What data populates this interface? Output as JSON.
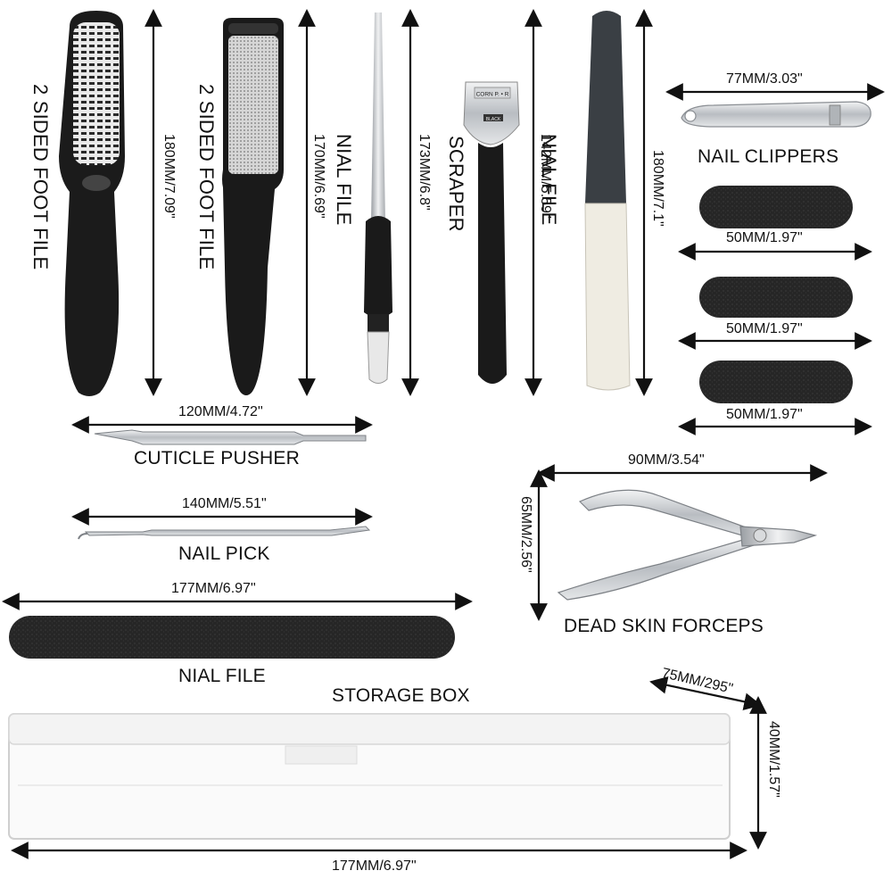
{
  "colors": {
    "tool_black": "#1b1b1b",
    "steel": "#c9ccd0",
    "steel_dark": "#8d9196",
    "file_white": "#efece2",
    "box_edge": "#cfcfcf",
    "arrow": "#111111"
  },
  "items": {
    "foot_file_1": {
      "label": "2 SIDED FOOT FILE",
      "size": "180MM/7.09\""
    },
    "foot_file_2": {
      "label": "2 SIDED FOOT FILE",
      "size": "170MM/6.69\""
    },
    "nail_file_small": {
      "label": "NIAL FILE",
      "size": "173MM/6.8\""
    },
    "scraper": {
      "label": "SCRAPER",
      "size": "142MM/5.59\"",
      "blade_text_top": "CORN P. • R",
      "blade_text_bottom": "BLACK"
    },
    "nail_file_block": {
      "label": "NIAL FILE",
      "size": "180MM/7.1\""
    },
    "nail_clippers": {
      "label": "NAIL CLIPPERS",
      "size": "77MM/3.03\""
    },
    "mini_files": [
      {
        "size": "50MM/1.97\""
      },
      {
        "size": "50MM/1.97\""
      },
      {
        "size": "50MM/1.97\""
      }
    ],
    "cuticle_pusher": {
      "label": "CUTICLE PUSHER",
      "size": "120MM/4.72\""
    },
    "nail_pick": {
      "label": "NAIL PICK",
      "size": "140MM/5.51\""
    },
    "forceps": {
      "label": "DEAD SKIN FORCEPS",
      "width": "90MM/3.54\"",
      "height": "65MM/2.56\""
    },
    "long_file": {
      "label": "NIAL FILE",
      "size": "177MM/6.97\""
    },
    "storage_box": {
      "label": "STORAGE BOX",
      "length": "177MM/6.97\"",
      "depth": "75MM/295\"",
      "height": "40MM/1.57\""
    }
  }
}
